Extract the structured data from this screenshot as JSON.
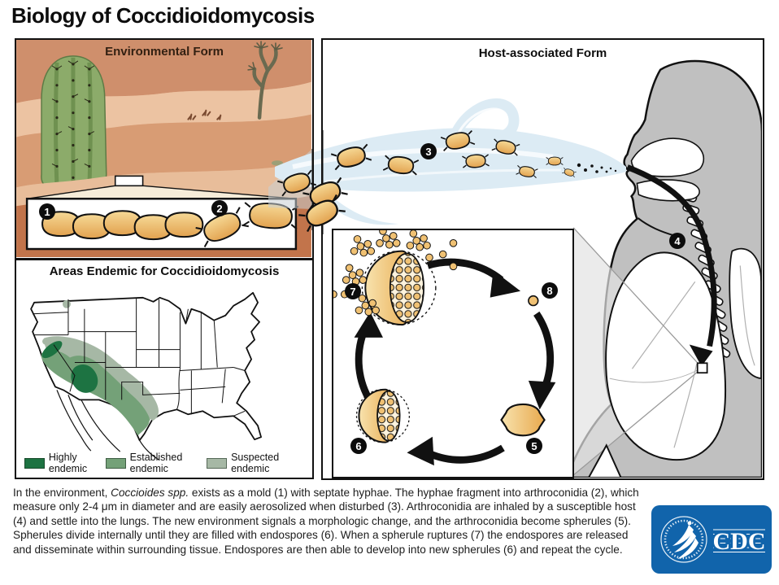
{
  "title": "Biology of Coccidioidomycosis",
  "panels": {
    "environmental": {
      "title": "Environmental Form"
    },
    "endemic_map": {
      "title": "Areas Endemic for Coccidioidomycosis",
      "legend": [
        {
          "label": "Highly endemic",
          "color": "#1d7342"
        },
        {
          "label": "Established endemic",
          "color": "#74a178"
        },
        {
          "label": "Suspected endemic",
          "color": "#a6b8a5"
        }
      ]
    },
    "host": {
      "title": "Host-associated Form"
    }
  },
  "steps": [
    "1",
    "2",
    "3",
    "4",
    "5",
    "6",
    "7",
    "8"
  ],
  "caption": {
    "segments": [
      {
        "text": "In the environment, ",
        "style": "normal"
      },
      {
        "text": "Coccioides spp.",
        "style": "italic"
      },
      {
        "text": " exists as a mold (1) with septate hyphae. The hyphae fragment into arthroconidia (2), which measure only 2-4 μm in diameter and are easily aerosolized when disturbed (3). Arthroconidia are inhaled by a susceptible host (4) and settle into the lungs. The new environment signals a morphologic change, and the arthroconidia become spherules (5). Spherules divide internally until they are filled with endospores (6). When a spherule ruptures (7) the endospores are released and disseminate within surrounding tissue.  Endospores are then able to develop into new spherules (6) and repeat the cycle.",
        "style": "normal"
      }
    ]
  },
  "logo": {
    "label": "CDC",
    "color": "#1164ab"
  },
  "colors": {
    "breeze": "#dcebf4",
    "conidia": "#f0c173",
    "body_grey": "#c0c0c0",
    "desert_dark": "#c2744b"
  }
}
